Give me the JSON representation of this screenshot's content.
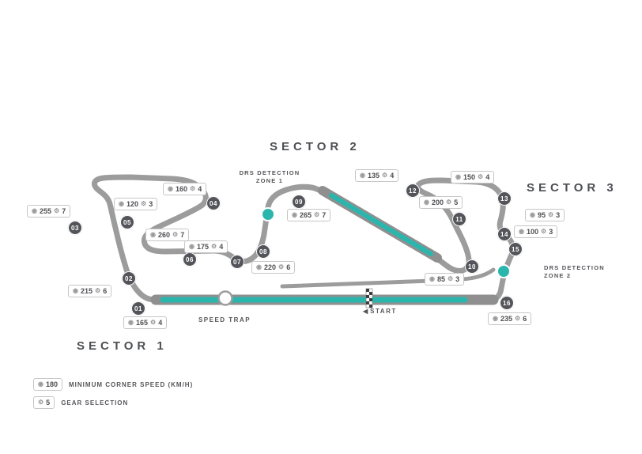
{
  "colors": {
    "teal": "#2bb6ad",
    "track": "#9c9c9c",
    "casing": "#8f8f8f",
    "dark": "#54555a"
  },
  "sectors": {
    "s1": "SECTOR 1",
    "s2": "SECTOR 2",
    "s3": "SECTOR 3"
  },
  "drs_zones": [
    {
      "line1": "DRS DETECTION",
      "line2": "ZONE 1"
    },
    {
      "line1": "DRS DETECTION",
      "line2": "ZONE 2"
    }
  ],
  "speed_trap_label": "SPEED TRAP",
  "start": {
    "arrow": "◀",
    "label": "START"
  },
  "glyphs": {
    "speed_icon": "◉",
    "gear_icon": "⚙"
  },
  "legend": {
    "speed": {
      "value": "180",
      "label": "MINIMUM CORNER SPEED (KM/H)"
    },
    "gear": {
      "value": "5",
      "label": "GEAR SELECTION"
    }
  },
  "corners": [
    {
      "num": "01",
      "speed": "165",
      "gear": "4"
    },
    {
      "num": "02",
      "speed": "215",
      "gear": "6"
    },
    {
      "num": "03",
      "speed": "255",
      "gear": "7"
    },
    {
      "num": "04",
      "speed": "160",
      "gear": "4"
    },
    {
      "num": "05",
      "speed": "120",
      "gear": "3"
    },
    {
      "num": "06",
      "speed": "260",
      "gear": "7"
    },
    {
      "num": "07",
      "speed": "175",
      "gear": "4"
    },
    {
      "num": "08",
      "speed": "220",
      "gear": "6"
    },
    {
      "num": "09",
      "speed": "265",
      "gear": "7"
    },
    {
      "num": "10",
      "speed": "85",
      "gear": "3"
    },
    {
      "num": "11",
      "speed": "200",
      "gear": "5"
    },
    {
      "num": "12",
      "speed": "135",
      "gear": "4"
    },
    {
      "num": "13",
      "speed": "150",
      "gear": "4"
    },
    {
      "num": "14",
      "speed": "95",
      "gear": "3"
    },
    {
      "num": "15",
      "speed": "100",
      "gear": "3"
    },
    {
      "num": "16",
      "speed": "235",
      "gear": "6"
    }
  ]
}
